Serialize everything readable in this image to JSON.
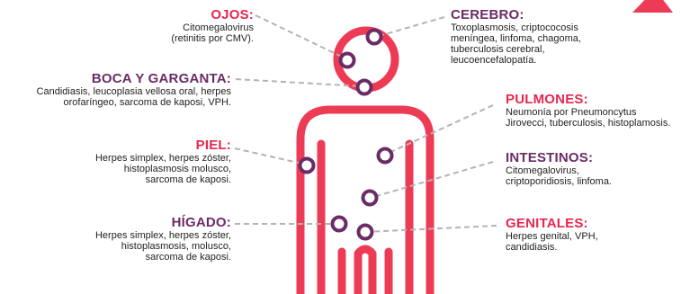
{
  "colors": {
    "figure": "#ee3b55",
    "pink_title": "#e8264f",
    "purple_title": "#6a2c67",
    "marker": "#6a2c67",
    "connector": "#b3b3b3"
  },
  "labels": {
    "ojos": {
      "title": "OJOS:",
      "lines": [
        "Citomegalovirus",
        "(retinitis por CMV)."
      ]
    },
    "boca": {
      "title": "BOCA Y GARGANTA:",
      "lines": [
        "Candidiasis, leucoplasia vellosa oral, herpes",
        "orofaríngeo, sarcoma de kaposi, VPH."
      ]
    },
    "piel": {
      "title": "PIEL:",
      "lines": [
        "Herpes simplex, herpes zóster,",
        "histoplasmosis molusco,",
        "sarcoma de kaposi."
      ]
    },
    "higado": {
      "title": "HÍGADO:",
      "lines": [
        "Herpes simplex, herpes zóster,",
        "histoplasmosis, molusco,",
        "sarcoma de kaposi."
      ]
    },
    "cerebro": {
      "title": "CEREBRO:",
      "lines": [
        "Toxoplasmosis, criptococosis",
        "meníngea, linfoma, chagoma,",
        "tuberculosis cerebral,",
        "leucoencefalopatía."
      ]
    },
    "pulmones": {
      "title": "PULMONES:",
      "lines": [
        "Neumonía por Pneumoncytus",
        "Jirovecci, tuberculosis, histoplamosis."
      ]
    },
    "intestinos": {
      "title": "INTESTINOS:",
      "lines": [
        "Citomegalovirus,",
        "criptoporidiosis, linfoma."
      ]
    },
    "genitales": {
      "title": "GENITALES:",
      "lines": [
        "Herpes genital, VPH,",
        "candidiasis."
      ]
    }
  }
}
